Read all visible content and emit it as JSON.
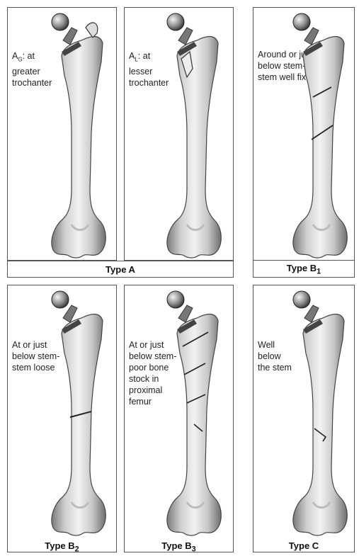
{
  "panels": [
    {
      "id": "A_G",
      "desc_main": "A",
      "desc_sub": "G",
      "desc_rest": ": at greater trochanter"
    },
    {
      "id": "A_L",
      "desc_main": "A",
      "desc_sub": "L",
      "desc_rest": ": at lesser trochanter"
    },
    {
      "id": "B1",
      "desc": "Around or just below stem-stem well fixed"
    },
    {
      "id": "B2",
      "desc": "At or just below stem-stem loose"
    },
    {
      "id": "B3",
      "desc": "At or just below stem-poor bone stock in proximal femur"
    },
    {
      "id": "C",
      "desc": "Well below the stem"
    }
  ],
  "captions": {
    "typeA": "Type A",
    "typeB1_main": "Type B",
    "typeB1_sub": "1",
    "typeB2_main": "Type B",
    "typeB2_sub": "2",
    "typeB3_main": "Type B",
    "typeB3_sub": "3",
    "typeC": "Type C"
  }
}
